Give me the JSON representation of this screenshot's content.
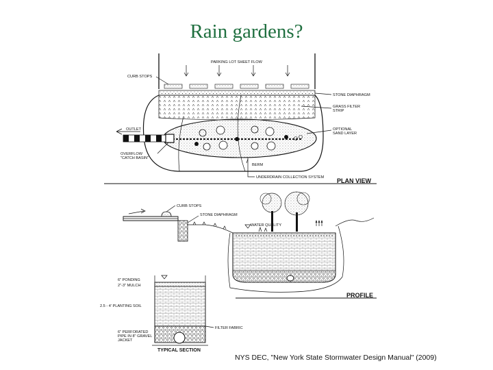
{
  "title": "Rain gardens?",
  "plan_view": {
    "heading": "PLAN VIEW",
    "labels": {
      "parking_lot_sheet_flow": "PARKING LOT SHEET FLOW",
      "curb_stops": "CURB STOPS",
      "stone_diaphragm": "STONE DIAPHRAGM",
      "grass_filter_strip_1": "GRASS FILTER",
      "grass_filter_strip_2": "STRIP",
      "outlet": "OUTLET",
      "optional_sand_1": "OPTIONAL",
      "optional_sand_2": "SAND LAYER",
      "overflow_1": "OVERFLOW",
      "overflow_2": "\"CATCH BASIN\"",
      "berm": "BERM",
      "underdrain": "UNDERDRAIN COLLECTION SYSTEM"
    }
  },
  "profile": {
    "heading": "PROFILE",
    "labels": {
      "curb_stops": "CURB STOPS",
      "stone_diaphragm": "STONE DIAPHRAGM",
      "water_quality": "WATER QUALITY"
    }
  },
  "typical_section": {
    "heading": "TYPICAL SECTION",
    "labels": {
      "ponding": "6\" PONDING",
      "mulch": "2\"-3\" MULCH",
      "planting_soil": "2.5 - 4' PLANTING SOIL",
      "filter_fabric": "FILTER FABRIC",
      "pipe_1": "6\" PERFORATED",
      "pipe_2": "PIPE IN 8\" GRAVEL",
      "pipe_3": "JACKET"
    }
  },
  "citation": "NYS DEC, \"New York State Stormwater Design Manual\" (2009)"
}
